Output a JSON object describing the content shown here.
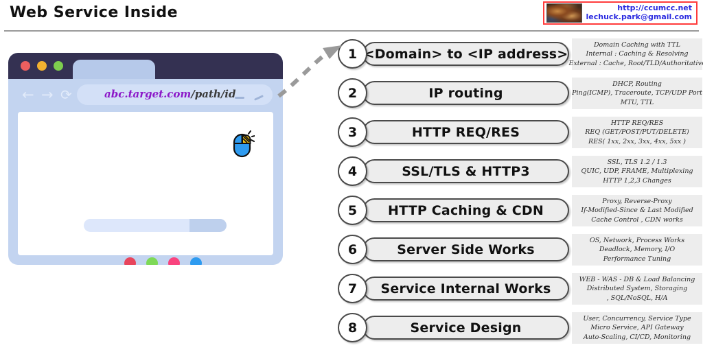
{
  "header": {
    "title": "Web Service Inside"
  },
  "contact": {
    "thumbnail_icon": "photo-thumbnail",
    "website": "http://ccumcc.net",
    "email": "lechuck.park@gmail.com",
    "border_color": "#ff3b3b",
    "text_color": "#2a2ae0"
  },
  "browser": {
    "traffic_lights": [
      {
        "name": "close",
        "color": "#ec5f5f"
      },
      {
        "name": "minimize",
        "color": "#f2b130"
      },
      {
        "name": "maximize",
        "color": "#7dcd4e"
      }
    ],
    "nav": {
      "back_icon": "←",
      "forward_icon": "→",
      "reload_icon": "⟳"
    },
    "address": {
      "host": "abc.target.com",
      "path": "/path/id",
      "host_color": "#8c18c8",
      "path_color": "#3a3a3a"
    },
    "cursor_icon": "mouse-click-icon",
    "content": {
      "progress_percent": 74,
      "dots": [
        {
          "name": "dot-red",
          "color": "#e8455c"
        },
        {
          "name": "dot-green",
          "color": "#7ed957"
        },
        {
          "name": "dot-pink",
          "color": "#f9437e"
        },
        {
          "name": "dot-blue",
          "color": "#2e9bf0"
        }
      ]
    }
  },
  "flow": {
    "arrow_icon": "dashed-arrow-icon",
    "arrow_color": "#9a9a9a"
  },
  "steps": [
    {
      "number": "1",
      "label": "<Domain> to <IP address>",
      "notes": [
        "Domain Caching with TTL",
        "Internal : Caching & Resolving",
        "External : Cache, Root/TLD/Authoritative"
      ]
    },
    {
      "number": "2",
      "label": "IP routing",
      "notes": [
        "DHCP, Routing",
        "Ping(ICMP), Traceroute, TCP/UDP Port",
        "MTU, TTL"
      ]
    },
    {
      "number": "3",
      "label": "HTTP REQ/RES",
      "notes": [
        "HTTP REQ/RES",
        "REQ (GET/POST/PUT/DELETE)",
        "RES( 1xx, 2xx, 3xx, 4xx, 5xx )"
      ]
    },
    {
      "number": "4",
      "label": "SSL/TLS & HTTP3",
      "notes": [
        "SSL, TLS 1.2 / 1.3",
        "QUIC, UDP, FRAME, Multiplexing",
        "HTTP 1,2,3 Changes"
      ]
    },
    {
      "number": "5",
      "label": "HTTP Caching & CDN",
      "notes": [
        "Proxy, Reverse-Proxy",
        "If-Modified-Since & Last Modified",
        "Cache Control , CDN works"
      ]
    },
    {
      "number": "6",
      "label": "Server Side Works",
      "notes": [
        "OS, Network, Process Works",
        "Deadlock, Memory, I/O",
        "Performance Tuning"
      ]
    },
    {
      "number": "7",
      "label": "Service Internal Works",
      "notes": [
        "WEB -  WAS - DB & Load Balancing",
        "Distributed System, Storaging",
        ",  SQL/NoSQL, H/A"
      ]
    },
    {
      "number": "8",
      "label": "Service Design",
      "notes": [
        "User, Concurrency, Service Type",
        "Micro Service, API Gateway",
        "Auto-Scaling, CI/CD, Monitoring"
      ]
    }
  ]
}
